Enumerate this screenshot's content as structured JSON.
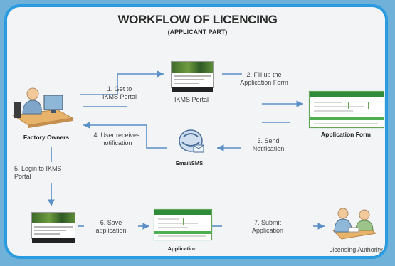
{
  "diagram": {
    "title": "WORKFLOW OF LICENCING",
    "subtitle": "(APPLICANT PART)",
    "nodes": {
      "factory_owners": "Factory Owners",
      "ikms_portal": "IKMS Portal",
      "application_form": "Application Form",
      "email_sms": "Email/SMS",
      "application": "Application",
      "licensing_authority": "Licensing Authority"
    },
    "steps": {
      "step1": [
        "1. Get to",
        "IKMS Portal"
      ],
      "step2": [
        "2. Fill up the",
        "Application Form"
      ],
      "step3": [
        "3. Send",
        "Notification"
      ],
      "step4": [
        "4. User receives",
        "notification"
      ],
      "step5": [
        "5. Login to IKMS",
        "Portal"
      ],
      "step6": [
        "6. Save",
        "application"
      ],
      "step7": [
        "7. Submit",
        "Application"
      ]
    },
    "colors": {
      "frame_border": "#2a9be0",
      "arrow": "#5b8fc7",
      "portal_green": "#4f8a32",
      "form_green": "#2e8b3a"
    }
  }
}
